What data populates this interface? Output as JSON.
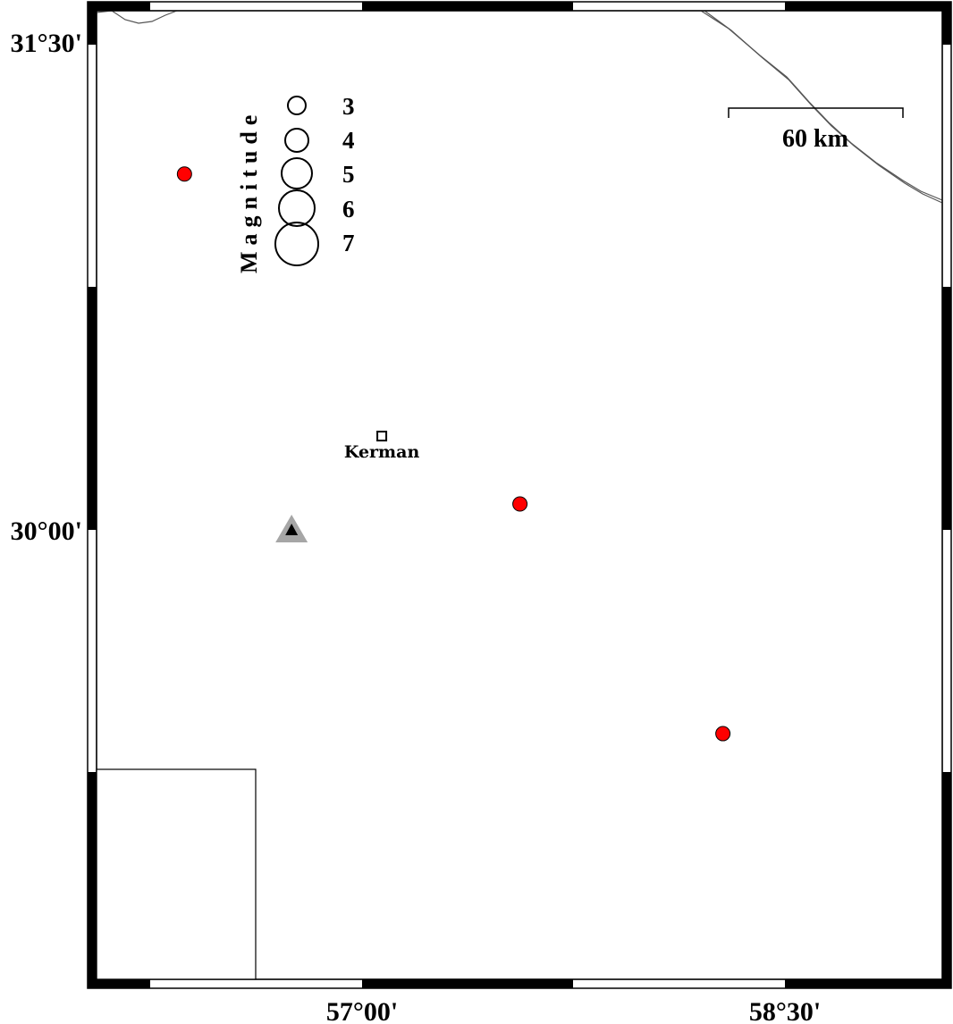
{
  "map": {
    "lat_labels": [
      "31°30'",
      "30°00'"
    ],
    "lon_labels": [
      "57°00'",
      "58°30'"
    ],
    "legend": {
      "title": "Magnitude",
      "magnitudes": [
        3,
        4,
        5,
        6,
        7
      ]
    },
    "scale_bar": {
      "label": "60 km"
    },
    "cities": [
      {
        "name": "Kerman",
        "lon": 57.07,
        "lat": 30.29
      }
    ],
    "earthquakes": [
      {
        "lon": 56.37,
        "lat": 31.1,
        "color": "#ff0000"
      },
      {
        "lon": 57.56,
        "lat": 30.08,
        "color": "#ff0000"
      },
      {
        "lon": 58.28,
        "lat": 29.37,
        "color": "#ff0000"
      }
    ],
    "station": {
      "lon": 56.75,
      "lat": 30.0,
      "color": "#000000",
      "halo_color": "#a6a6a6"
    },
    "colors": {
      "frame": "#000000",
      "coast": "#555555",
      "event": "#ff0000"
    }
  }
}
